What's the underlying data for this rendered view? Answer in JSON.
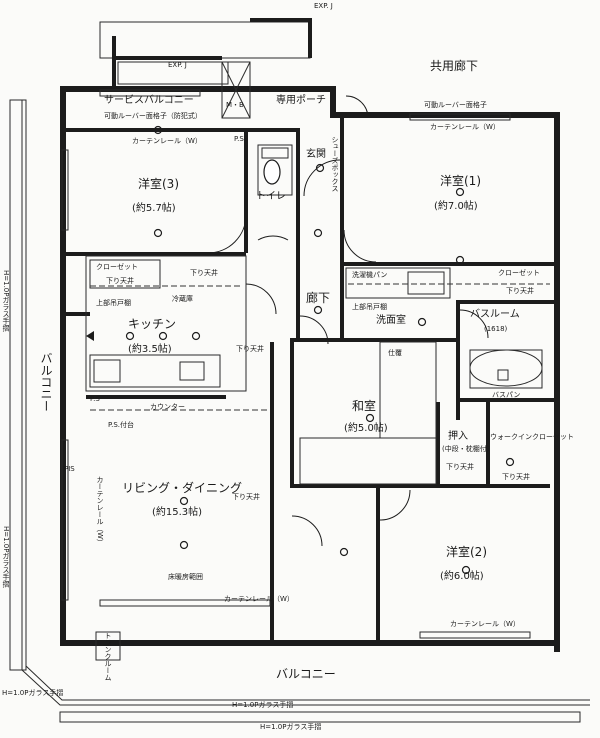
{
  "labels": {
    "exp1": "EXP. J",
    "exp2": "EXP. J",
    "kyoyo_roka": "共用廊下",
    "service_balcony": "サービスバルコニー",
    "mb": "M・B",
    "porch": "専用ポーチ",
    "louver1": "可動ルーバー面格子（防犯式）",
    "louver2": "可動ルーバー面格子",
    "curtain1": "カーテンレール（W）",
    "curtain2": "カーテンレール（W）",
    "yoshitsu3": "洋室(3)",
    "yoshitsu3_size": "(約5.7帖)",
    "toilet": "トイレ",
    "genkan": "玄関",
    "shoes": "シューズボックス",
    "yoshitsu1": "洋室(1)",
    "yoshitsu1_size": "(約7.0帖)",
    "closet_w": "クローゼット",
    "shita_tenjo1": "下り天井",
    "shita_tenjo_top": "下り天井",
    "closet_r": "クローゼット",
    "shita_tenjo_r": "下り天井",
    "roka": "廊下",
    "washer_pan": "洗濯機パン",
    "jobukado": "上部吊戸棚",
    "senmen": "洗面室",
    "bathroom": "バスルーム",
    "bath_size": "(1618)",
    "kitchen_top": "上部吊戸棚",
    "fridge": "冷蔵庫",
    "kitchen": "キッチン",
    "kitchen_size": "(約3.5帖)",
    "shita_tenjo_k": "下り天井",
    "balcony_left": "バルコニー",
    "ps1": "P.S",
    "ps2": "P.S",
    "counter": "カウンター",
    "ps_tsuke": "P.S.付台",
    "wa_top": "仕覆",
    "washitsu": "和室",
    "washitsu_size": "(約5.0帖)",
    "oshiire": "押入",
    "oshiire_sub": "(中段・枕棚付)",
    "oshiire_tenjo": "下り天井",
    "walkin": "ウォークインクローゼット",
    "walkin_tenjo": "下り天井",
    "living": "リビング・ダイニング",
    "living_size": "(約15.3帖)",
    "shita_tenjo_l": "下り天井",
    "curtain_left": "カーテンレール（W）",
    "yuka_danbo": "床暖房範囲",
    "curtain_bottom": "カーテンレール（W）",
    "yoshitsu2": "洋室(2)",
    "yoshitsu2_size": "(約6.0帖)",
    "curtain_bottom2": "カーテンレール（W）",
    "trunk_room": "トランクルーム",
    "balcony_bottom": "バルコニー",
    "glass_top": "H=1.0Pガラス手摺",
    "glass_bottom": "H=1.0Pガラス手摺",
    "glass_left1": "H=1.0Pガラス手摺",
    "glass_left2": "H=1.0Pガラス手摺",
    "glass_bl": "H=1.0Pガラス手摺",
    "pis": "PIS",
    "bath_pan": "バスパン"
  }
}
